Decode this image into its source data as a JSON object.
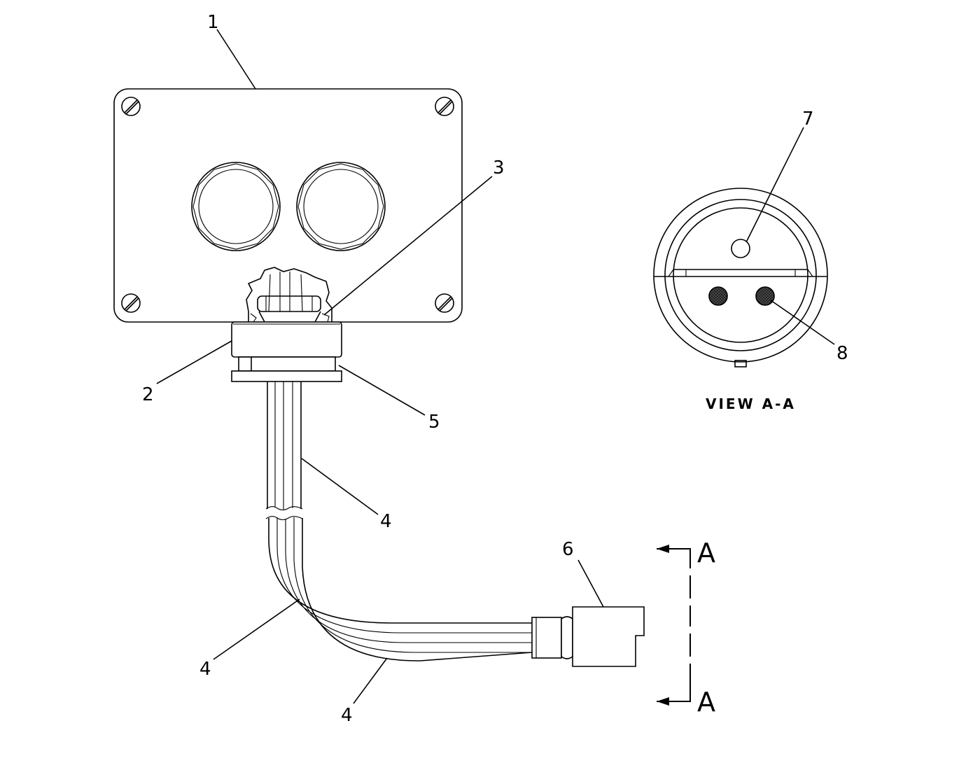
{
  "callouts": {
    "c1": "1",
    "c2": "2",
    "c3": "3",
    "c4a": "4",
    "c4b": "4",
    "c4c": "4",
    "c5": "5",
    "c6": "6",
    "c7": "7",
    "c8": "8"
  },
  "section": {
    "top_letter": "A",
    "bottom_letter": "A",
    "view_label": "VIEW A-A"
  }
}
